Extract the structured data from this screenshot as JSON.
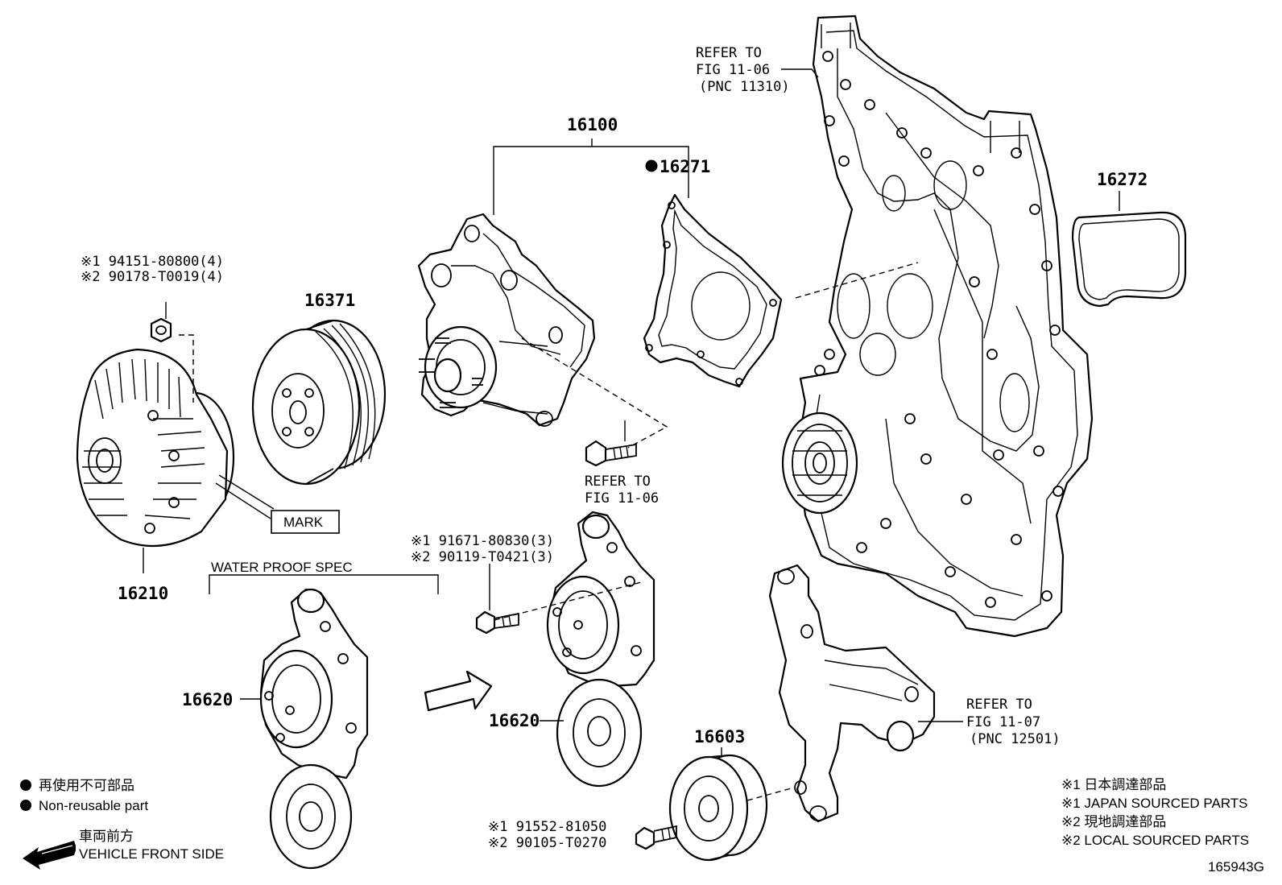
{
  "parts": {
    "water_pump_assy": "16100",
    "gasket": "16271",
    "oring": "16272",
    "pulley": "16371",
    "fan_coupling": "16210",
    "tensioner_left": "16620",
    "tensioner_right": "16620",
    "idler_pulley": "16603"
  },
  "nuts_callout": {
    "line1": "※1 94151-80800(4)",
    "line2": "※2 90178-T0019(4)"
  },
  "bolts_tensioner_callout": {
    "line1": "※1 91671-80830(3)",
    "line2": "※2 90119-T0421(3)"
  },
  "bolt_idler_callout": {
    "line1": "※1 91552-81050",
    "line2": "※2 90105-T0270"
  },
  "refer_cover": {
    "line1": "REFER TO",
    "line2": "FIG 11-06",
    "line3": "(PNC 11310)"
  },
  "refer_bolt": {
    "line1": "REFER TO",
    "line2": "FIG 11-06"
  },
  "refer_bracket": {
    "line1": "REFER TO",
    "line2": "FIG 11-07",
    "line3": "(PNC 12501)"
  },
  "mark_label": "MARK",
  "waterproof_label": "WATER PROOF SPEC",
  "legend": {
    "nonreusable_jp": "再使用不可部品",
    "nonreusable_en": "Non-reusable part",
    "front_jp": "車両前方",
    "front_en": "VEHICLE FRONT SIDE"
  },
  "sourcing": {
    "l1": "※1 日本調達部品",
    "l2": "※1 JAPAN SOURCED PARTS",
    "l3": "※2 現地調達部品",
    "l4": "※2 LOCAL SOURCED PARTS"
  },
  "figure_id": "165943G",
  "icons": [
    "hex-nut-icon",
    "bolt-icon",
    "front-arrow-icon",
    "non-reusable-dot-icon"
  ]
}
